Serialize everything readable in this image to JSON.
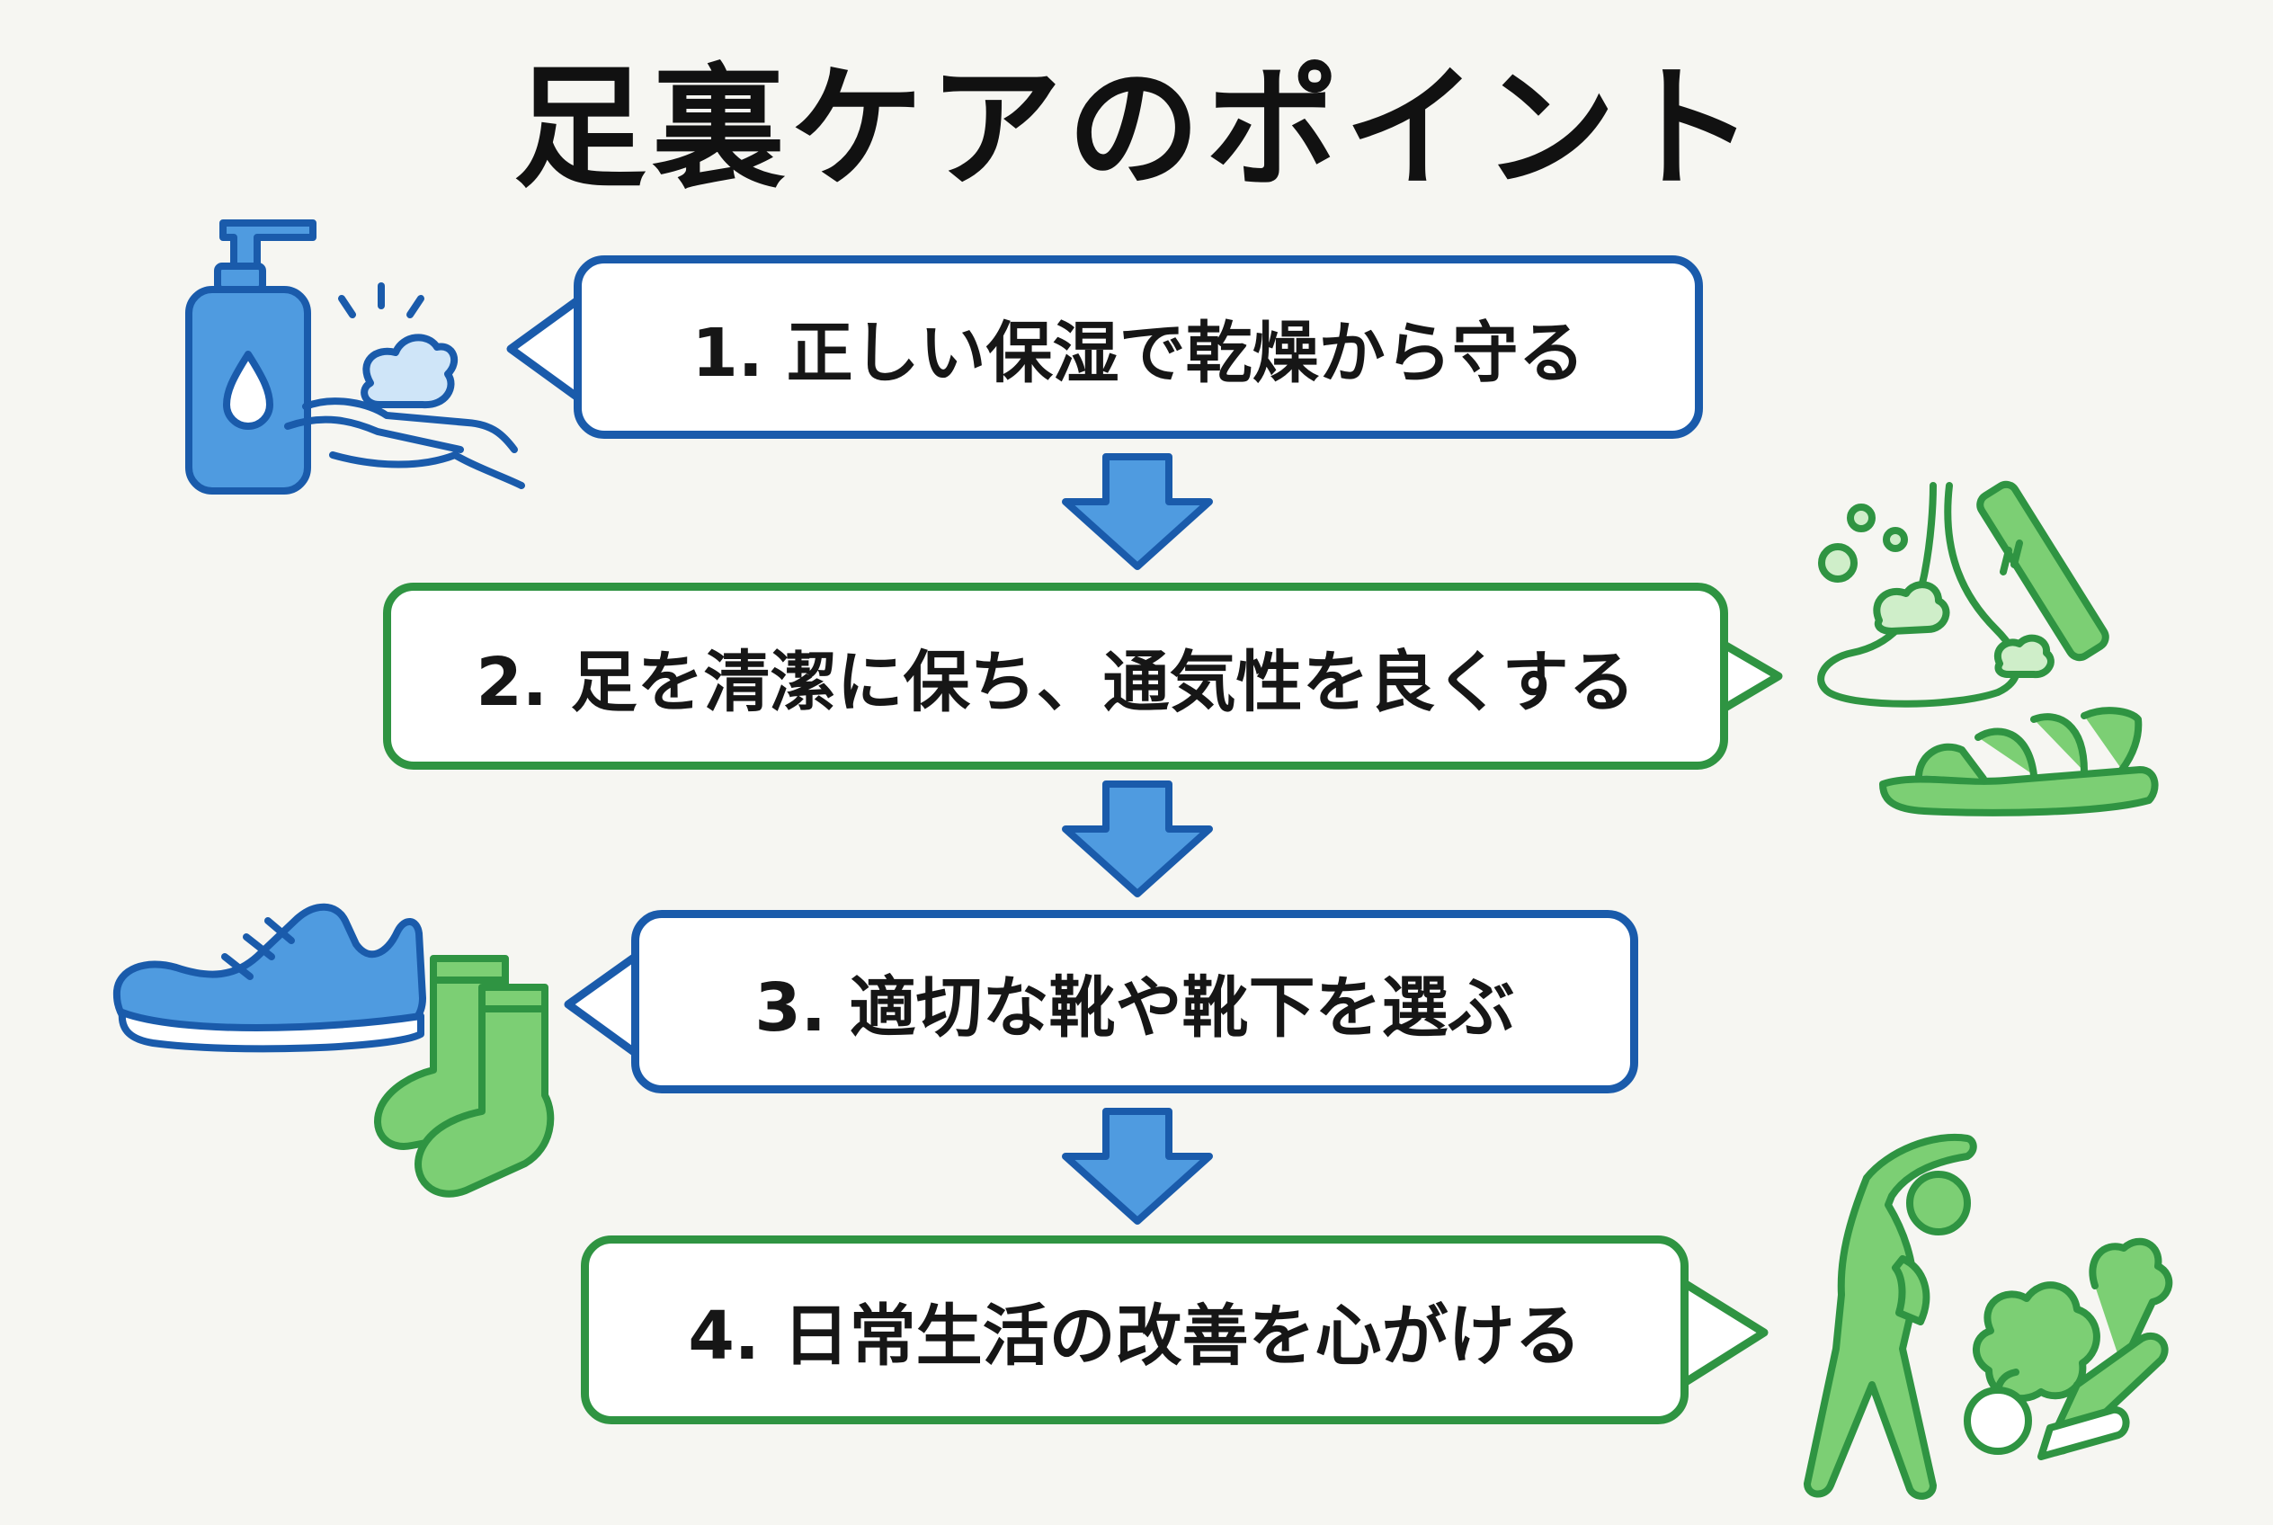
{
  "title": "足裏ケアのポイント",
  "steps": [
    {
      "label": "1. 正しい保湿で乾燥から守る",
      "color": "#1a5bab",
      "icons": [
        "pump-bottle-icon",
        "cream-hand-icon"
      ]
    },
    {
      "label": "2. 足を清潔に保ち、通気性を良くする",
      "color": "#2f9442",
      "icons": [
        "foot-washing-icon",
        "sandal-icon"
      ]
    },
    {
      "label": "3. 適切な靴や靴下を選ぶ",
      "color": "#1a5bab",
      "icons": [
        "sneaker-icon",
        "socks-icon"
      ]
    },
    {
      "label": "4. 日常生活の改善を心がける",
      "color": "#2f9442",
      "icons": [
        "stretching-person-icon",
        "vegetables-icon"
      ]
    }
  ],
  "colors": {
    "blue": "#1a5bab",
    "blue_fill": "#4f9be0",
    "green": "#2f9442",
    "green_fill": "#7ccf74"
  }
}
